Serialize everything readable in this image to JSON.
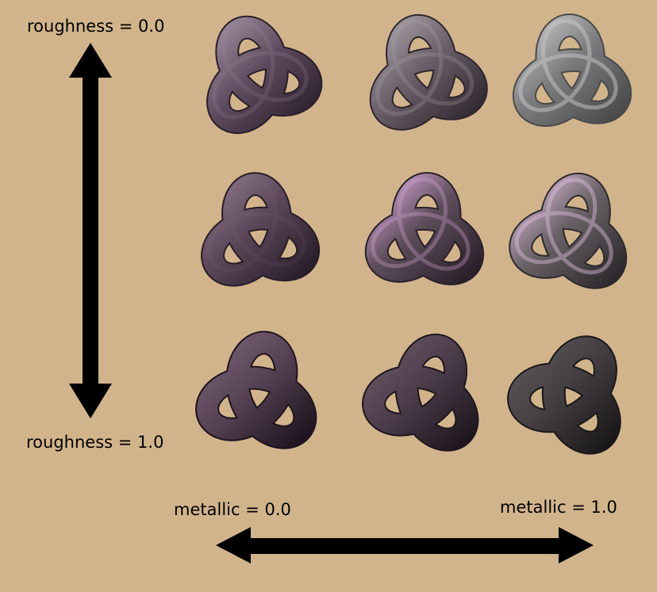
{
  "labels": {
    "roughness_min": "roughness = 0.0",
    "roughness_max": "roughness = 1.0",
    "metallic_min": "metallic = 0.0",
    "metallic_max": "metallic = 1.0"
  },
  "grid": {
    "rows": [
      {
        "roughness": 0.0,
        "cells": [
          {
            "metallic": 0.0,
            "base": "#5e4a5e",
            "highlight": "#9a8a9a",
            "shadow": "#2a1e2a",
            "spec": 0.4
          },
          {
            "metallic": 0.5,
            "base": "#6a5e68",
            "highlight": "#a8a0a6",
            "shadow": "#2e262e",
            "spec": 0.5
          },
          {
            "metallic": 1.0,
            "base": "#7c7c7e",
            "highlight": "#c8c8ca",
            "shadow": "#4a4a4c",
            "spec": 0.9
          }
        ]
      },
      {
        "roughness": 0.5,
        "cells": [
          {
            "metallic": 0.0,
            "base": "#5a4658",
            "highlight": "#8a7688",
            "shadow": "#281c28",
            "spec": 0.2
          },
          {
            "metallic": 0.5,
            "base": "#5e4e5c",
            "highlight": "#d8a8d8",
            "shadow": "#2a202a",
            "spec": 0.6
          },
          {
            "metallic": 1.0,
            "base": "#6a6266",
            "highlight": "#e0c0e0",
            "shadow": "#2e2a2e",
            "spec": 0.8
          }
        ]
      },
      {
        "roughness": 1.0,
        "cells": [
          {
            "metallic": 0.0,
            "base": "#584456",
            "highlight": "#7a6478",
            "shadow": "#1e141e",
            "spec": 0.0
          },
          {
            "metallic": 0.5,
            "base": "#4e3e4c",
            "highlight": "#6a5a68",
            "shadow": "#1e161e",
            "spec": 0.0
          },
          {
            "metallic": 1.0,
            "base": "#464044",
            "highlight": "#5e585c",
            "shadow": "#1a181a",
            "spec": 0.0
          }
        ]
      }
    ]
  }
}
